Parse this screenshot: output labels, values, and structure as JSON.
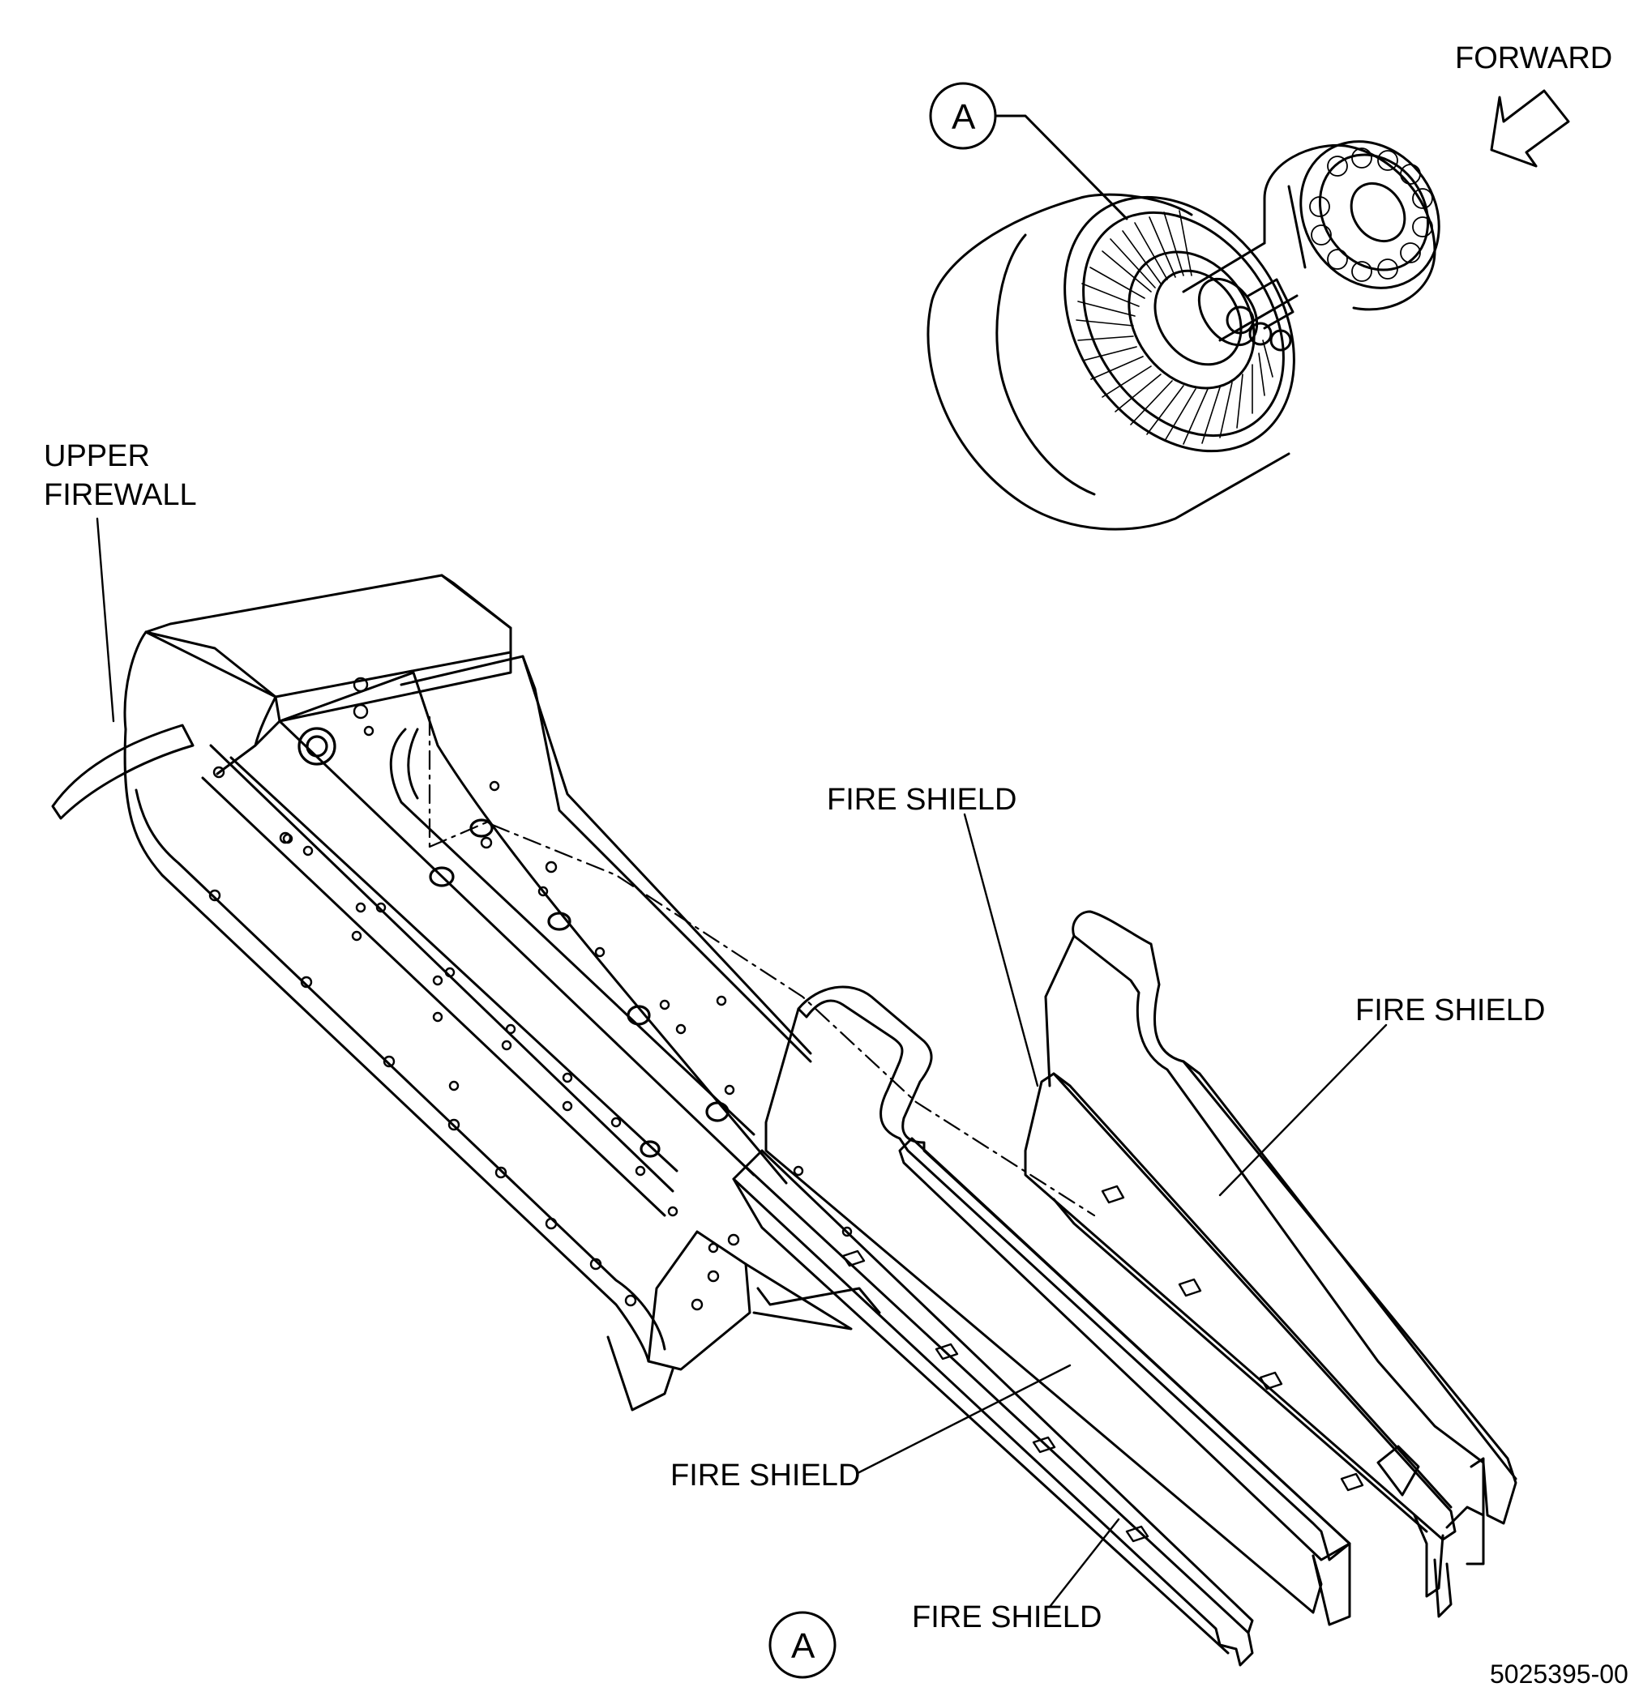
{
  "labels": {
    "forward": "FORWARD",
    "upper_firewall": "UPPER\nFIREWALL",
    "fire_shield_top": "FIRE SHIELD",
    "fire_shield_right": "FIRE SHIELD",
    "fire_shield_mid": "FIRE SHIELD",
    "fire_shield_bottom": "FIRE SHIELD",
    "callout_top": "A",
    "callout_bottom": "A",
    "figure_number": "5025395-00"
  },
  "colors": {
    "line": "#000000",
    "background": "#ffffff"
  }
}
